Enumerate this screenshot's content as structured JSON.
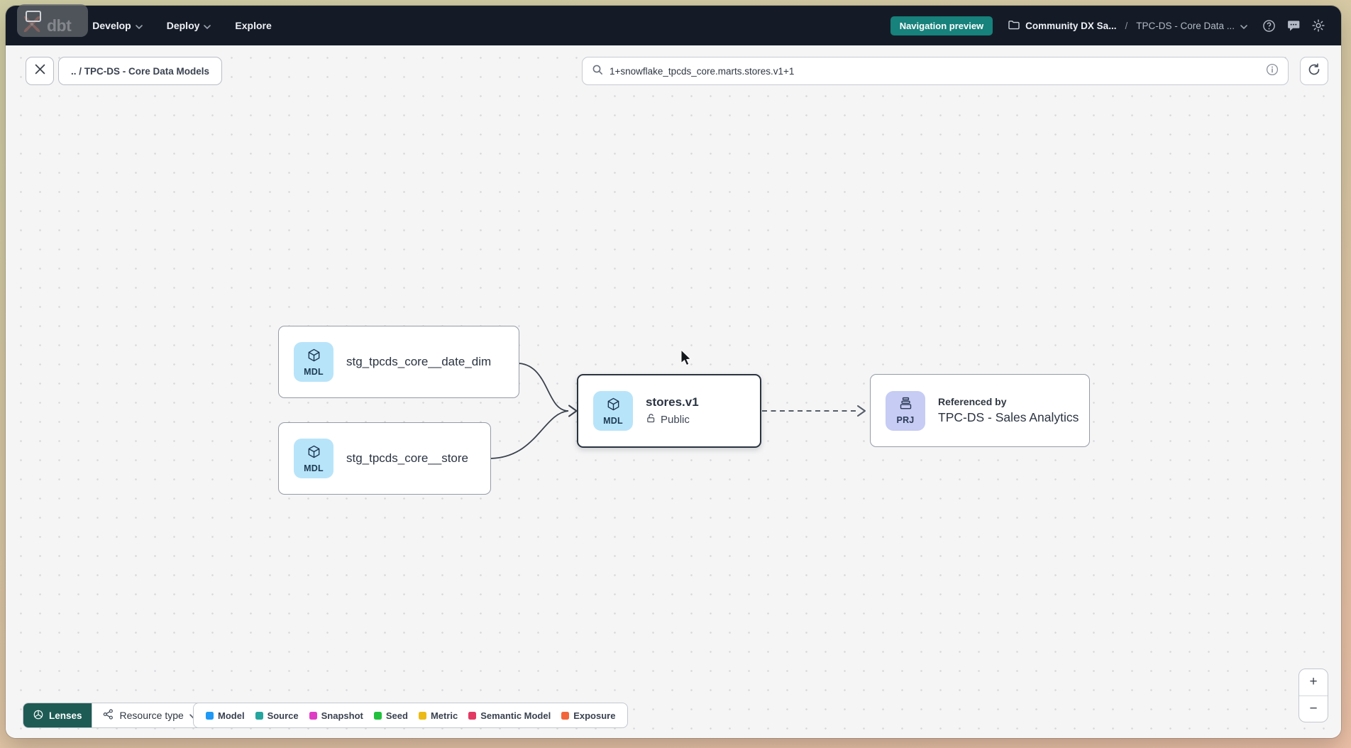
{
  "navbar": {
    "logo_text": "dbt",
    "menu_develop": "Develop",
    "menu_deploy": "Deploy",
    "menu_explore": "Explore",
    "preview_badge": "Navigation preview",
    "account": "Community DX Sa...",
    "separator": "/",
    "project": "TPC-DS - Core Data ..."
  },
  "toolbar": {
    "breadcrumb": ".. / TPC-DS - Core Data Models",
    "search_value": "1+snowflake_tpcds_core.marts.stores.v1+1"
  },
  "graph": {
    "nodes": [
      {
        "badge": "MDL",
        "label": "stg_tpcds_core__date_dim"
      },
      {
        "badge": "MDL",
        "label": "stg_tpcds_core__store"
      },
      {
        "badge": "MDL",
        "label": "stores.v1",
        "access": "Public"
      },
      {
        "badge": "PRJ",
        "sublabel": "Referenced by",
        "label": "TPC-DS - Sales Analytics"
      }
    ]
  },
  "footer": {
    "lenses_label": "Lenses",
    "resource_type_label": "Resource type",
    "legend": [
      {
        "label": "Model",
        "color": "#1f99f5"
      },
      {
        "label": "Source",
        "color": "#26a59f"
      },
      {
        "label": "Snapshot",
        "color": "#df3cc6"
      },
      {
        "label": "Seed",
        "color": "#21c13d"
      },
      {
        "label": "Metric",
        "color": "#ecba15"
      },
      {
        "label": "Semantic Model",
        "color": "#e23a63"
      },
      {
        "label": "Exposure",
        "color": "#f2653b"
      }
    ],
    "zoom_in": "+",
    "zoom_out": "−"
  },
  "colors": {
    "navbar_bg": "#141b27",
    "preview_badge_teal": "#17817b",
    "lenses_teal": "#1d5b54",
    "logo_orange": "#ff5c35",
    "model_badge_bg": "#b8e4fa",
    "project_badge_bg": "#c6ccf4"
  }
}
